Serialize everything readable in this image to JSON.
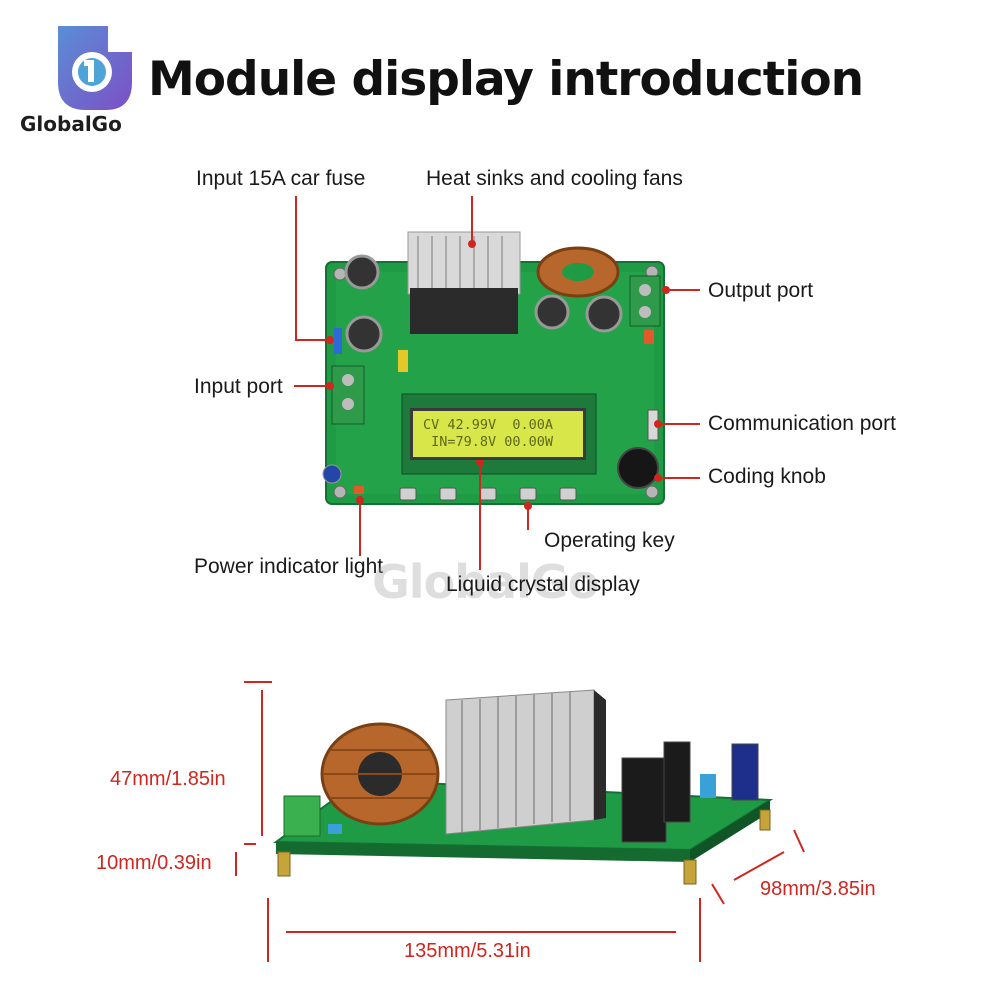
{
  "brand": {
    "name": "GlobalGo",
    "watermark": "GlobalGo"
  },
  "title": "Module display introduction",
  "callouts": {
    "fuse": "Input 15A car fuse",
    "heatsink": "Heat sinks and cooling fans",
    "output_port": "Output port",
    "input_port": "Input port",
    "comm_port": "Communication port",
    "coding_knob": "Coding knob",
    "operating_key": "Operating key",
    "power_light": "Power indicator light",
    "lcd": "Liquid crystal display"
  },
  "lcd_screen": {
    "line1": "CV 42.99V  0.00A",
    "line2": " IN=79.8V 00.00W"
  },
  "dimensions": {
    "height": "47mm/1.85in",
    "base": "10mm/0.39in",
    "length": "135mm/5.31in",
    "width": "98mm/3.85in"
  },
  "colors": {
    "accent": "#d0261f",
    "pcb": "#1f9a45",
    "lcd": "#d8e64a"
  }
}
